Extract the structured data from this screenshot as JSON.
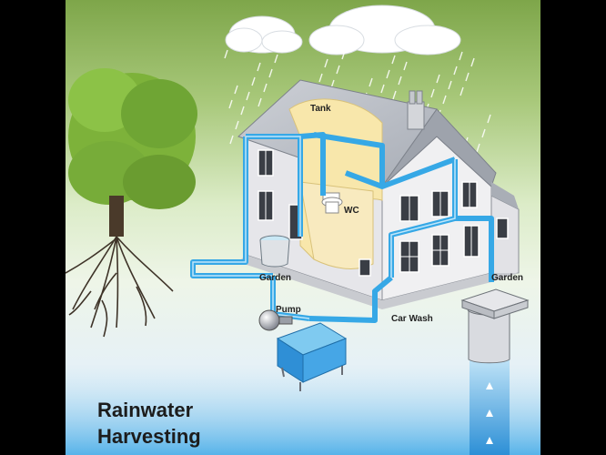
{
  "diagram": {
    "title_line1": "Rainwater",
    "title_line2": "Harvesting",
    "labels": {
      "tank": "Tank",
      "wc": "WC",
      "garden_left": "Garden",
      "garden_right": "Garden",
      "pump": "Pump",
      "car_wash": "Car Wash"
    },
    "colors": {
      "sky_top": "#7ea64a",
      "sky_bottom": "#eef6e4",
      "pipe": "#36a8e6",
      "water_bottom": "#4aaee8",
      "tank_fill": "#f8e7ab",
      "wall": "#e4e4e8",
      "roof": "#b8bcc4"
    },
    "icons": [
      "cloud-icon",
      "tree-icon",
      "house-icon",
      "pump-icon",
      "storage-tank-icon",
      "soakaway-icon"
    ]
  }
}
